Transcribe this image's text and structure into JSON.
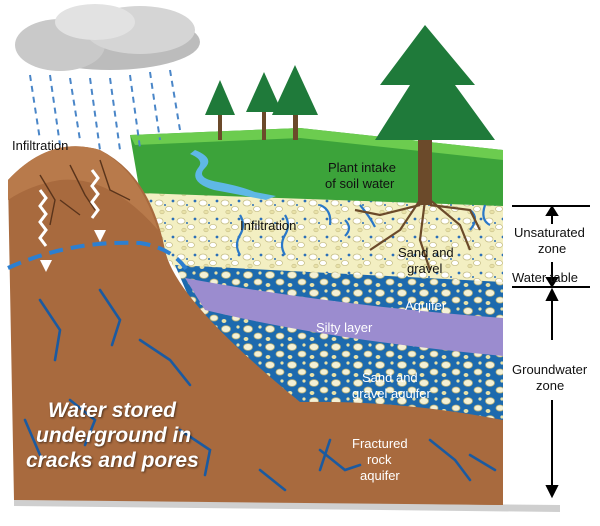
{
  "labels": {
    "infiltration_left": "Infiltration",
    "plant_intake_line1": "Plant intake",
    "plant_intake_line2": "of soil water",
    "infiltration_center": "Infiltration",
    "sand_gravel_line1": "Sand and",
    "sand_gravel_line2": "gravel",
    "aquifer": "Aquifer",
    "silty_layer": "Silty layer",
    "sand_gravel_aquifer_line1": "Sand and",
    "sand_gravel_aquifer_line2": "gravel aquifer",
    "fractured_line1": "Fractured",
    "fractured_line2": "rock",
    "fractured_line3": "aquifer",
    "water_stored_line1": "Water stored",
    "water_stored_line2": "underground in",
    "water_stored_line3": "cracks and pores"
  },
  "zones": {
    "unsaturated_line1": "Unsaturated",
    "unsaturated_line2": "zone",
    "water_table": "Water table",
    "groundwater_line1": "Groundwater",
    "groundwater_line2": "zone"
  },
  "colors": {
    "sky_cloud": "#c9c9c9",
    "rain": "#4a86c8",
    "grass": "#3ca33a",
    "tree": "#1f7a3a",
    "trunk": "#6b4a2a",
    "soil_unsat": "#f2eebd",
    "aquifer_blue": "#1e6fb0",
    "silty": "#9b8ccf",
    "rock": "#a86a3e",
    "fracture": "#1b5aa0"
  }
}
